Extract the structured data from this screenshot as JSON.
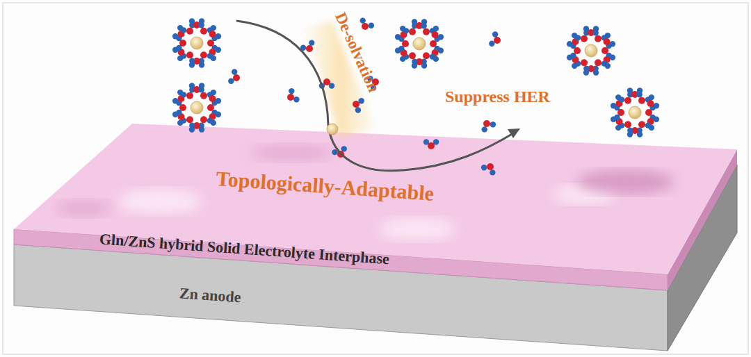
{
  "diagram": {
    "nodes": [
      {
        "text": [
          "Gln/ZnS hybrid Solid Electrolyte Interphase"
        ]
      },
      {
        "text": [
          "Zn anode"
        ]
      }
    ],
    "labels": [
      "De-solvation",
      "Suppress HER",
      "Topologically-Adaptable"
    ]
  }
}
